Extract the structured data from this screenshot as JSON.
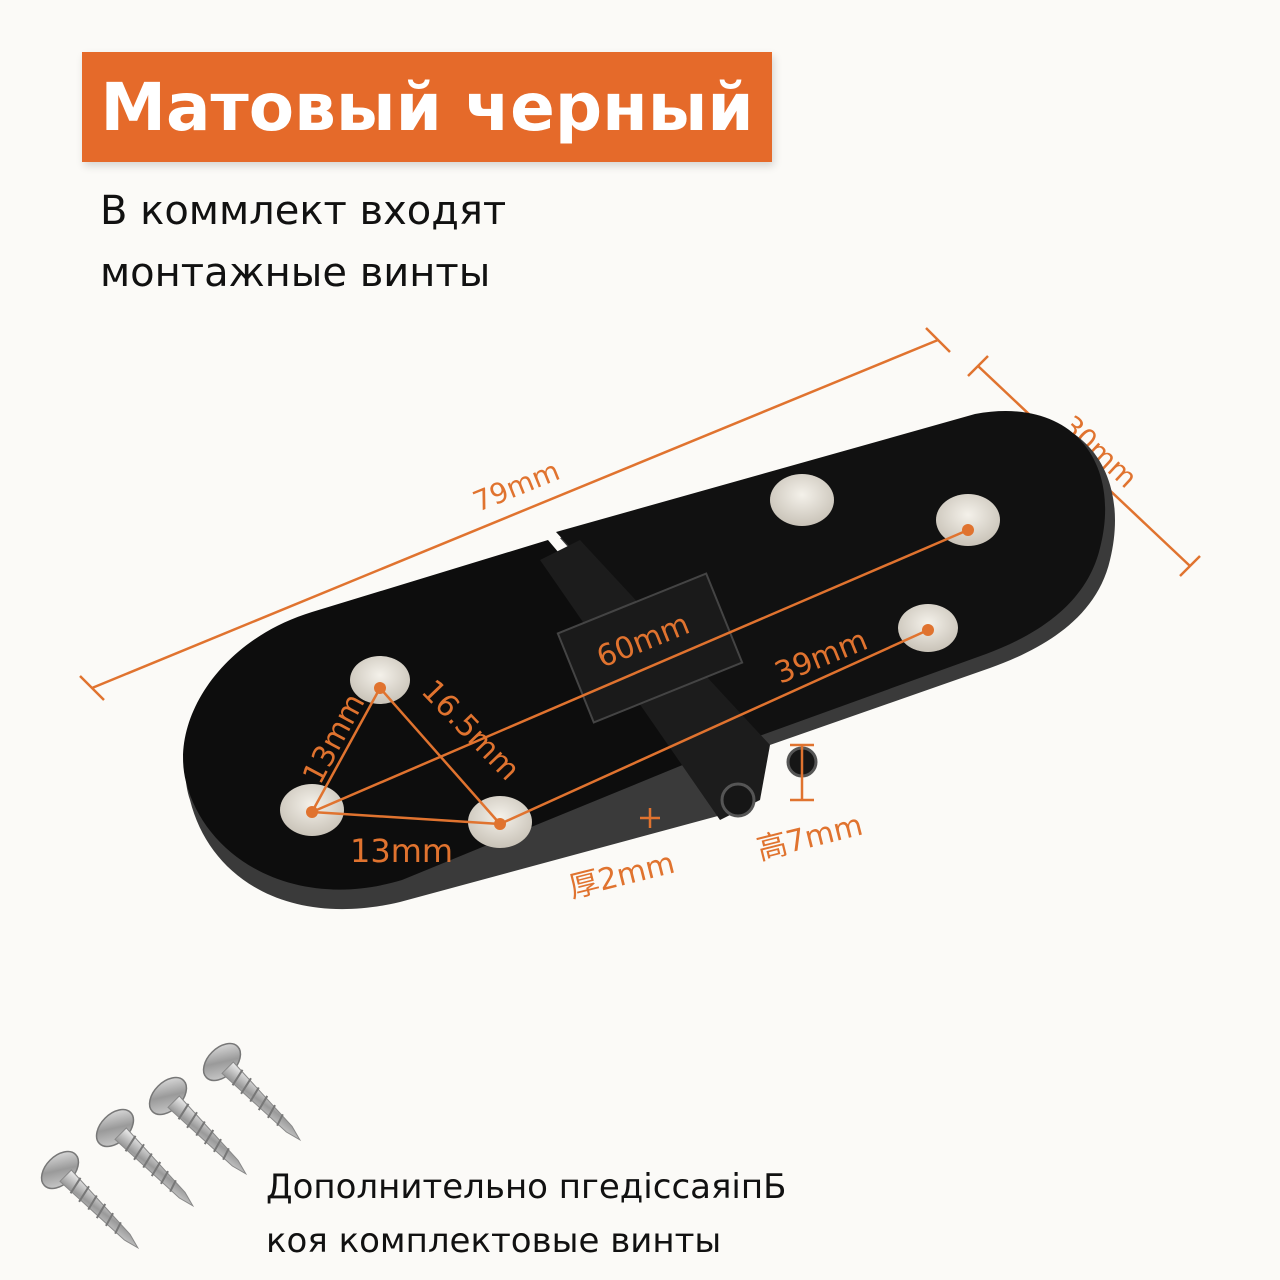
{
  "banner": {
    "title": "Матовый черный"
  },
  "subtitle": {
    "line1": "В коммлект входят",
    "line2": "монтажные винты"
  },
  "dimensions": {
    "length": "79mm",
    "width": "30mm",
    "hole_span_long": "60mm",
    "hole_span_short": "39mm",
    "hole_spacing_a": "13mm",
    "hole_spacing_b": "16.5mm",
    "hole_spacing_c": "13mm",
    "thickness": "厚2mm",
    "height": "高7mm"
  },
  "bottom_note": {
    "line1": "Дополнительно пгедiссаяiпБ",
    "line2": "коя комплектовые винты"
  },
  "colors": {
    "accent": "#e56a2a",
    "hinge": "#0d0d0d",
    "dimension": "#e0732f"
  }
}
